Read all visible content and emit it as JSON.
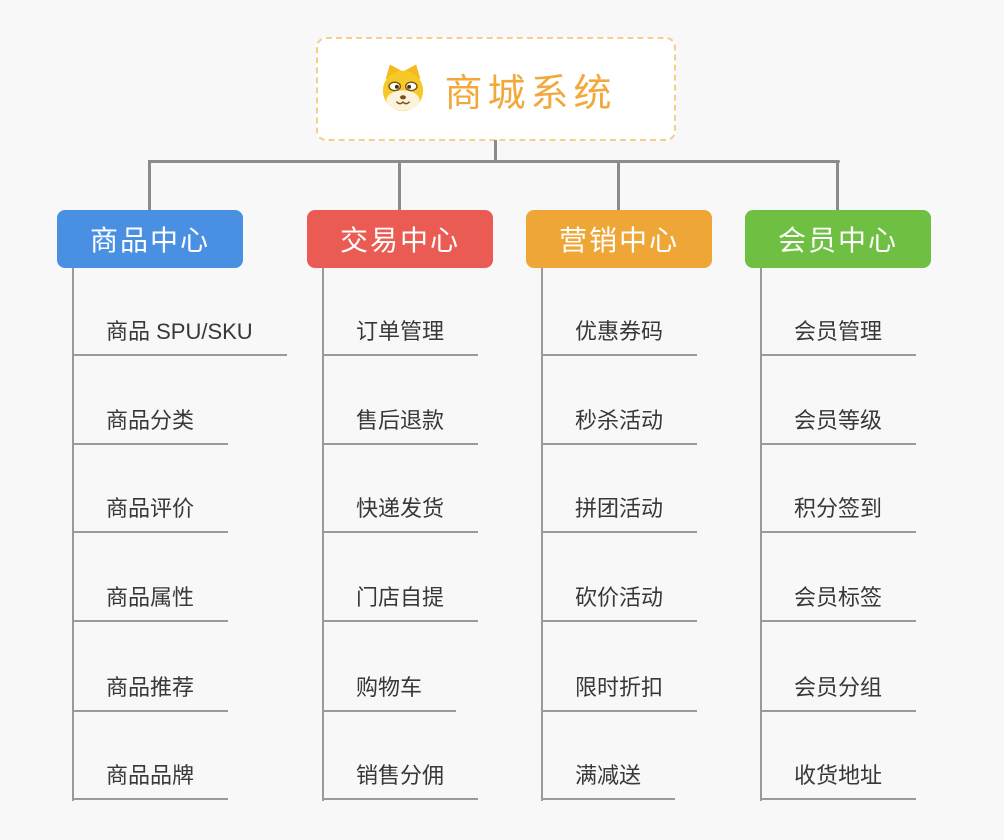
{
  "canvas": {
    "background": "#f8f8f8"
  },
  "root": {
    "title": "商城系统",
    "icon": "dog-face-icon",
    "text_color": "#f2a93b",
    "border_color": "#f6ce8e",
    "background": "#ffffff"
  },
  "connectors": {
    "color": "#8c8c8c"
  },
  "leaf_style": {
    "line_color": "#9a9a9a",
    "text_color": "#383838"
  },
  "branches": [
    {
      "label": "商品中心",
      "color": "#4a90e2",
      "items": [
        "商品 SPU/SKU",
        "商品分类",
        "商品评价",
        "商品属性",
        "商品推荐",
        "商品品牌"
      ]
    },
    {
      "label": "交易中心",
      "color": "#ea5c53",
      "items": [
        "订单管理",
        "售后退款",
        "快递发货",
        "门店自提",
        "购物车",
        "销售分佣"
      ]
    },
    {
      "label": "营销中心",
      "color": "#eea636",
      "items": [
        "优惠券码",
        "秒杀活动",
        "拼团活动",
        "砍价活动",
        "限时折扣",
        "满减送"
      ]
    },
    {
      "label": "会员中心",
      "color": "#6fbf43",
      "items": [
        "会员管理",
        "会员等级",
        "积分签到",
        "会员标签",
        "会员分组",
        "收货地址"
      ]
    }
  ]
}
